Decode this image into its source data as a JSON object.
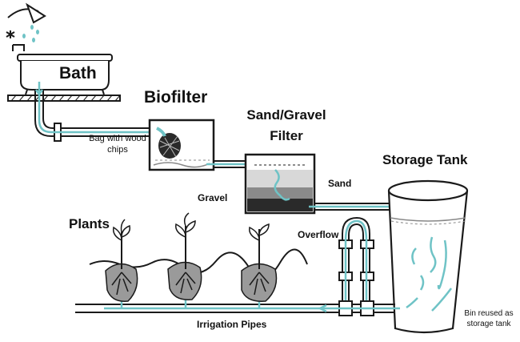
{
  "labels": {
    "bath": "Bath",
    "biofilter": "Biofilter",
    "sand_gravel_line1": "Sand/Gravel",
    "sand_gravel_line2": "Filter",
    "storage_tank": "Storage Tank",
    "bag_line1": "Bag with wood",
    "bag_line2": "chips",
    "gravel": "Gravel",
    "sand": "Sand",
    "overflow": "Overflow",
    "plants": "Plants",
    "irrigation": "Irrigation Pipes",
    "bin_line1": "Bin reused as",
    "bin_line2": "storage tank"
  },
  "colors": {
    "line": "#1a1a1a",
    "water": "#6fc3c6",
    "soil": "#9a9a9a",
    "filter_dark": "#2a2a2a",
    "filter_mid": "#8a8a8a"
  }
}
